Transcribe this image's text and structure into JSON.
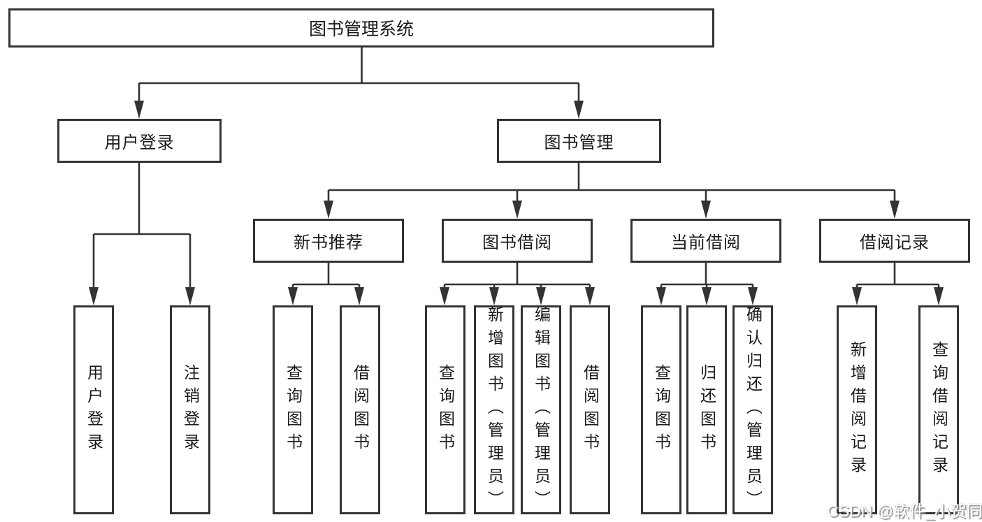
{
  "diagram": {
    "root": {
      "label": "图书管理系统",
      "children": [
        {
          "label": "用户登录",
          "children": [
            {
              "label": "用户登录"
            },
            {
              "label": "注销登录"
            }
          ]
        },
        {
          "label": "图书管理",
          "children": [
            {
              "label": "新书推荐",
              "children": [
                {
                  "label": "查询图书"
                },
                {
                  "label": "借阅图书"
                }
              ]
            },
            {
              "label": "图书借阅",
              "children": [
                {
                  "label": "查询图书"
                },
                {
                  "label": "新增图书（管理员）"
                },
                {
                  "label": "编辑图书（管理员）"
                },
                {
                  "label": "借阅图书"
                }
              ]
            },
            {
              "label": "当前借阅",
              "children": [
                {
                  "label": "查询图书"
                },
                {
                  "label": "归还图书"
                },
                {
                  "label": "确认归还（管理员）"
                }
              ]
            },
            {
              "label": "借阅记录",
              "children": [
                {
                  "label": "新增借阅记录"
                },
                {
                  "label": "查询借阅记录"
                }
              ]
            }
          ]
        }
      ]
    }
  },
  "watermark": {
    "text": "CSDN @软件_小贺同学"
  },
  "colors": {
    "line": "#333333",
    "text": "#1a1a1a",
    "background": "#ffffff"
  }
}
